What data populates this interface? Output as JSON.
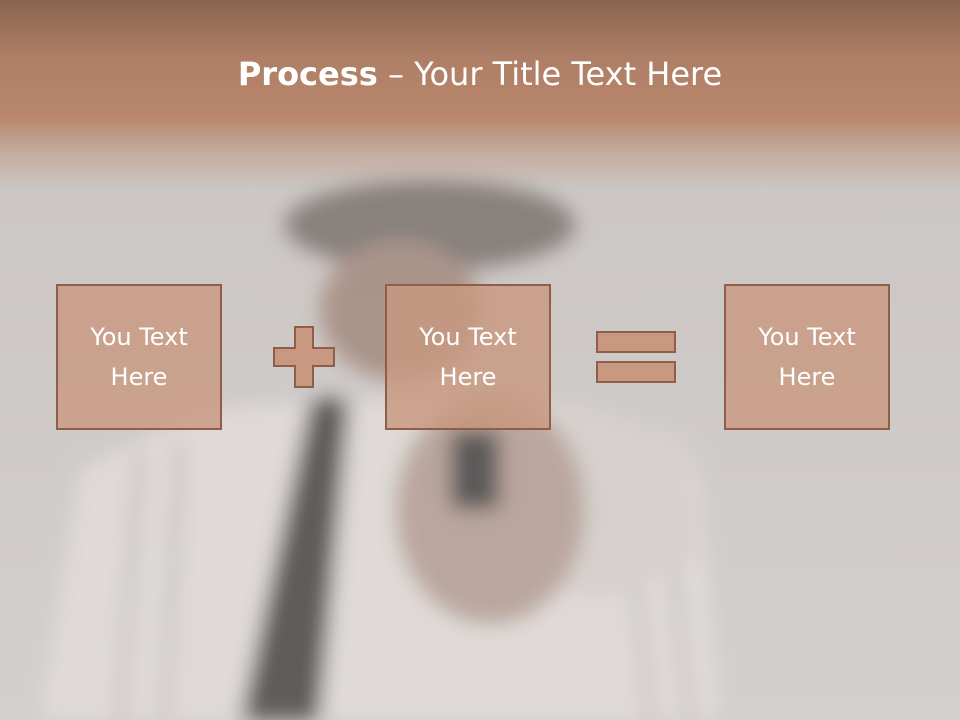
{
  "slide": {
    "title_bold": "Process",
    "title_rest": " – Your Title Text Here",
    "boxes": [
      {
        "text": "You Text Here"
      },
      {
        "text": "You Text Here"
      },
      {
        "text": "You Text Here"
      }
    ],
    "operators": [
      "plus-icon",
      "equals-icon"
    ],
    "colors": {
      "header": "#b9876c",
      "box_fill": "#c89880",
      "box_border": "#8e5e4a",
      "text": "#ffffff"
    },
    "background_image": "blurred man in white striped shirt and cap pointing a pistol toward the viewer"
  }
}
